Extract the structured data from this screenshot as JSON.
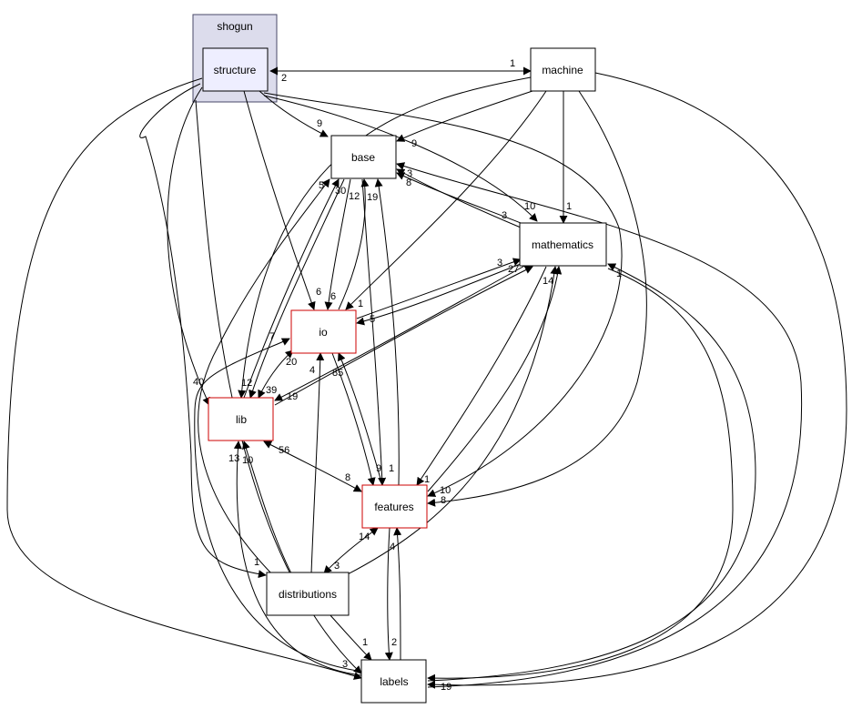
{
  "cluster": {
    "label": "shogun",
    "fill": "#dcdcec",
    "stroke": "#494968"
  },
  "nodes": {
    "structure": "structure",
    "machine": "machine",
    "base": "base",
    "mathematics": "mathematics",
    "io": "io",
    "lib": "lib",
    "features": "features",
    "distributions": "distributions",
    "labels": "labels"
  },
  "edge_labels": [
    "2",
    "1",
    "9",
    "9",
    "1",
    "10",
    "3",
    "6",
    "6",
    "1",
    "5",
    "30",
    "12",
    "19",
    "3",
    "8",
    "3",
    "27",
    "14",
    "1",
    "5",
    "7",
    "20",
    "4",
    "85",
    "39",
    "19",
    "12",
    "40",
    "13",
    "10",
    "56",
    "8",
    "9",
    "1",
    "1",
    "10",
    "8",
    "14",
    "3",
    "4",
    "2",
    "1",
    "1",
    "3",
    "19"
  ],
  "colors": {
    "highlight_node_stroke": "#cc0000",
    "node_stroke": "#000000",
    "structure_fill": "#eeeeff"
  }
}
